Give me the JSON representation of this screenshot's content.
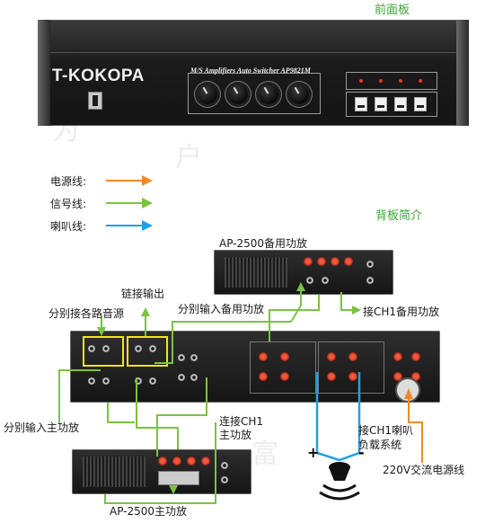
{
  "front_panel_title": "前面板",
  "back_panel_title": "背板简介",
  "front_panel": {
    "logo": "T-KOKOPA",
    "model": "M/S Amplifiers Auto Switcher  AP9821M"
  },
  "legend": [
    {
      "label": "电源线:",
      "color": "#f08a24"
    },
    {
      "label": "信号线:",
      "color": "#7bc242"
    },
    {
      "label": "喇叭线:",
      "color": "#1ea0e6"
    }
  ],
  "labels": {
    "backup_amp_top": "AP-2500备用功放",
    "main_amp_bottom": "AP-2500主功放",
    "chain_output": "链接输出",
    "source_inputs": "分别接各路音源",
    "input_backup": "分别输入备用功放",
    "connect_ch1_backup": "接CH1备用功放",
    "input_main": "分别输入主功放",
    "connect_ch1_main_l1": "连接CH1",
    "connect_ch1_main_l2": "主功放",
    "speaker_system_l1": "接CH1喇叭",
    "speaker_system_l2": "负载系统",
    "ac_power": "220V交流电源线",
    "plus": "+",
    "minus": "-"
  },
  "colors": {
    "power": "#f08a24",
    "signal": "#7bc242",
    "speaker": "#1ea0e6",
    "highlight": "#f1e51a",
    "title_green": "#3aa535"
  }
}
